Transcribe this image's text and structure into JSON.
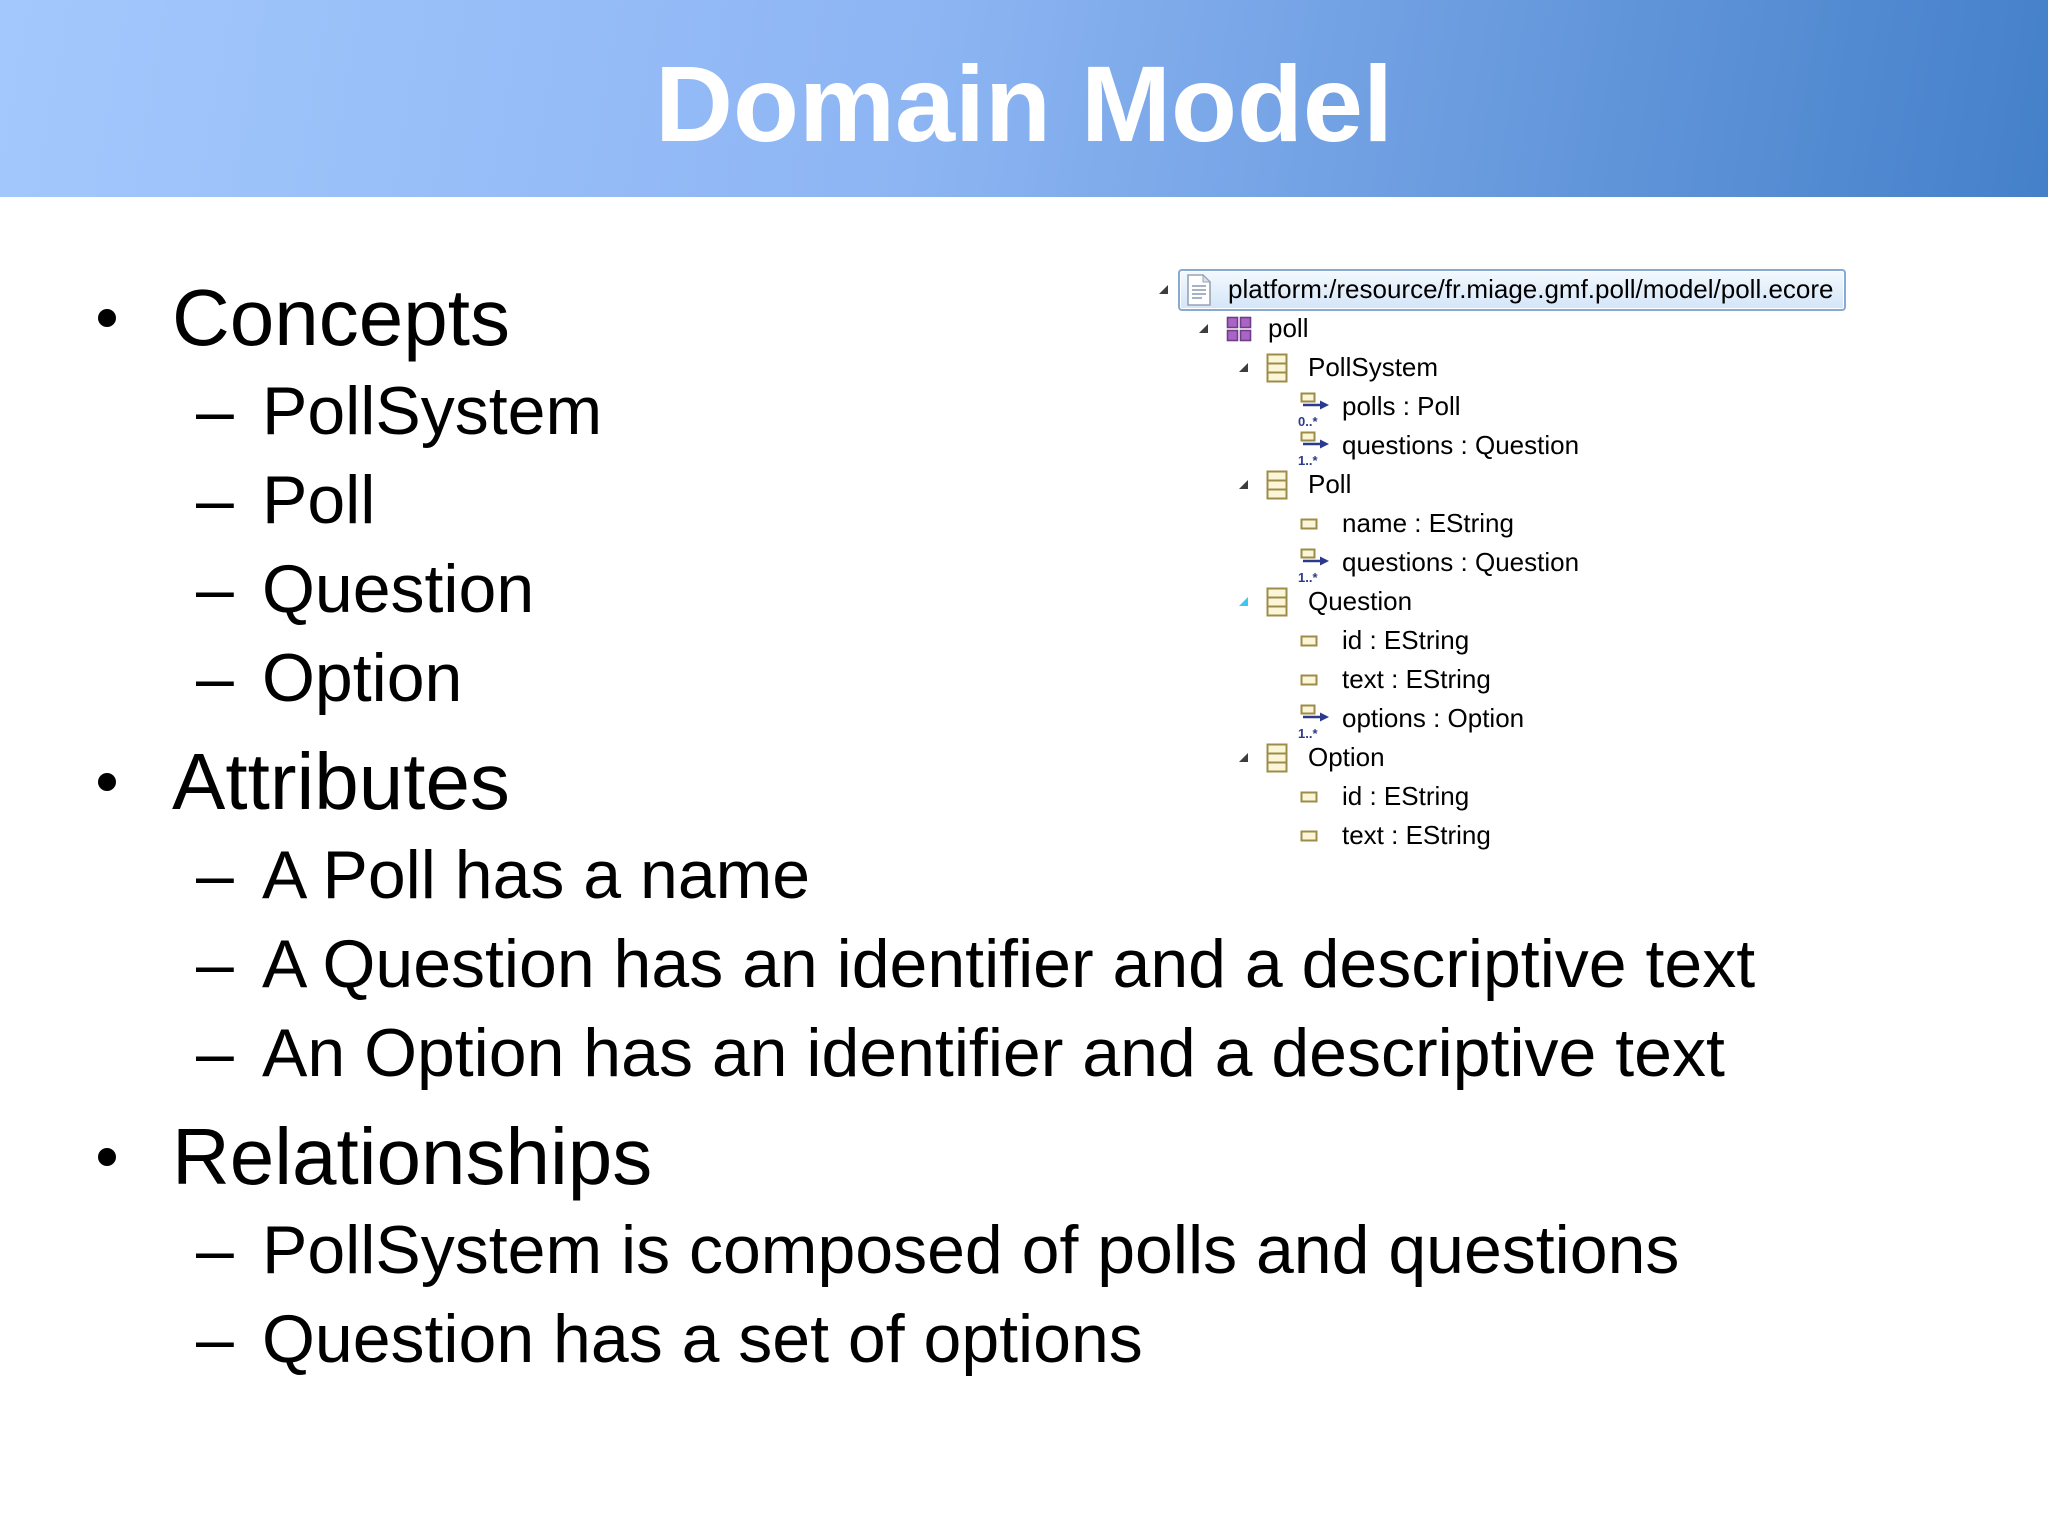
{
  "header": {
    "title": "Domain Model"
  },
  "markers": {
    "dot": "•",
    "dash": "–"
  },
  "bullets": [
    {
      "level": 1,
      "marker": "dot",
      "text": "Concepts"
    },
    {
      "level": 2,
      "marker": "dash",
      "text": "PollSystem"
    },
    {
      "level": 2,
      "marker": "dash",
      "text": "Poll"
    },
    {
      "level": 2,
      "marker": "dash",
      "text": "Question"
    },
    {
      "level": 2,
      "marker": "dash",
      "text": "Option"
    },
    {
      "level": 1,
      "marker": "dot",
      "text": "Attributes"
    },
    {
      "level": 2,
      "marker": "dash",
      "text": "A Poll has a name"
    },
    {
      "level": 2,
      "marker": "dash",
      "text": "A Question has an identifier and a descriptive text"
    },
    {
      "level": 2,
      "marker": "dash",
      "text": "An Option has an identifier and a descriptive text"
    },
    {
      "level": 1,
      "marker": "dot",
      "text": "Relationships"
    },
    {
      "level": 2,
      "marker": "dash",
      "text": "PollSystem is composed of polls and questions"
    },
    {
      "level": 2,
      "marker": "dash",
      "text": "Question has a set of options"
    }
  ],
  "tree": {
    "rows": [
      {
        "level": 0,
        "icon": "ecore-file-icon",
        "label": "platform:/resource/fr.miage.gmf.poll/model/poll.ecore",
        "expanded": true,
        "selected": true
      },
      {
        "level": 1,
        "icon": "package-icon",
        "label": "poll",
        "expanded": true
      },
      {
        "level": 2,
        "icon": "class-icon",
        "label": "PollSystem",
        "expanded": true
      },
      {
        "level": 3,
        "icon": "reference-icon",
        "label": "polls : Poll",
        "multiplicity": "0..*"
      },
      {
        "level": 3,
        "icon": "reference-icon",
        "label": "questions : Question",
        "multiplicity": "1..*"
      },
      {
        "level": 2,
        "icon": "class-icon",
        "label": "Poll",
        "expanded": true
      },
      {
        "level": 3,
        "icon": "attribute-icon",
        "label": "name : EString"
      },
      {
        "level": 3,
        "icon": "reference-icon",
        "label": "questions : Question",
        "multiplicity": "1..*"
      },
      {
        "level": 2,
        "icon": "class-icon",
        "label": "Question",
        "expanded": true,
        "hovered": true
      },
      {
        "level": 3,
        "icon": "attribute-icon",
        "label": "id : EString"
      },
      {
        "level": 3,
        "icon": "attribute-icon",
        "label": "text : EString"
      },
      {
        "level": 3,
        "icon": "reference-icon",
        "label": "options : Option",
        "multiplicity": "1..*"
      },
      {
        "level": 2,
        "icon": "class-icon",
        "label": "Option",
        "expanded": true
      },
      {
        "level": 3,
        "icon": "attribute-icon",
        "label": "id : EString"
      },
      {
        "level": 3,
        "icon": "attribute-icon",
        "label": "text : EString"
      }
    ]
  },
  "colors": {
    "header_gradient_start": "#A3C8FD",
    "header_gradient_end": "#4480C9",
    "title_color": "#FFFFFF",
    "text_color": "#000000",
    "selection_fill": "#D9E9FB",
    "selection_border": "#86AAD2",
    "ecore_class_fill": "#FAF6D7",
    "ecore_class_border": "#9D8C49",
    "package_purple": "#AA64C6",
    "reference_navy": "#2B3A8C",
    "hover_arrow_cyan": "#3FC6F0"
  }
}
